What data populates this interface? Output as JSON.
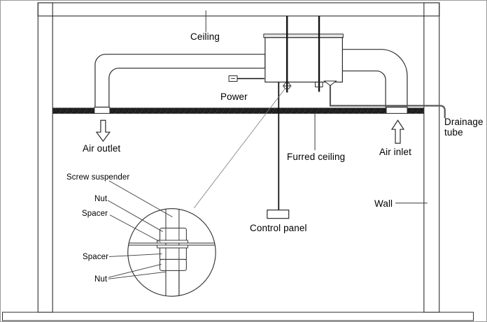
{
  "diagram": {
    "labels": {
      "ceiling": "Ceiling",
      "power": "Power",
      "air_outlet": "Air outlet",
      "air_inlet": "Air inlet",
      "drainage_tube": "Drainage tube",
      "furred_ceiling": "Furred ceiling",
      "wall": "Wall",
      "control_panel": "Control panel"
    },
    "detail_labels": {
      "screw_suspender": "Screw suspender",
      "nut_top": "Nut",
      "spacer_top": "Spacer",
      "spacer_bottom": "Spacer",
      "nut_bottom": "Nut"
    },
    "colors": {
      "background": "#ffffff",
      "line": "#2b2b2b",
      "brick_mortar": "#3d3d3d",
      "furred_ceiling_fill": "#1e1e1e",
      "floor_fill": "#ababab",
      "drain_line": "#5a5a5a"
    }
  }
}
